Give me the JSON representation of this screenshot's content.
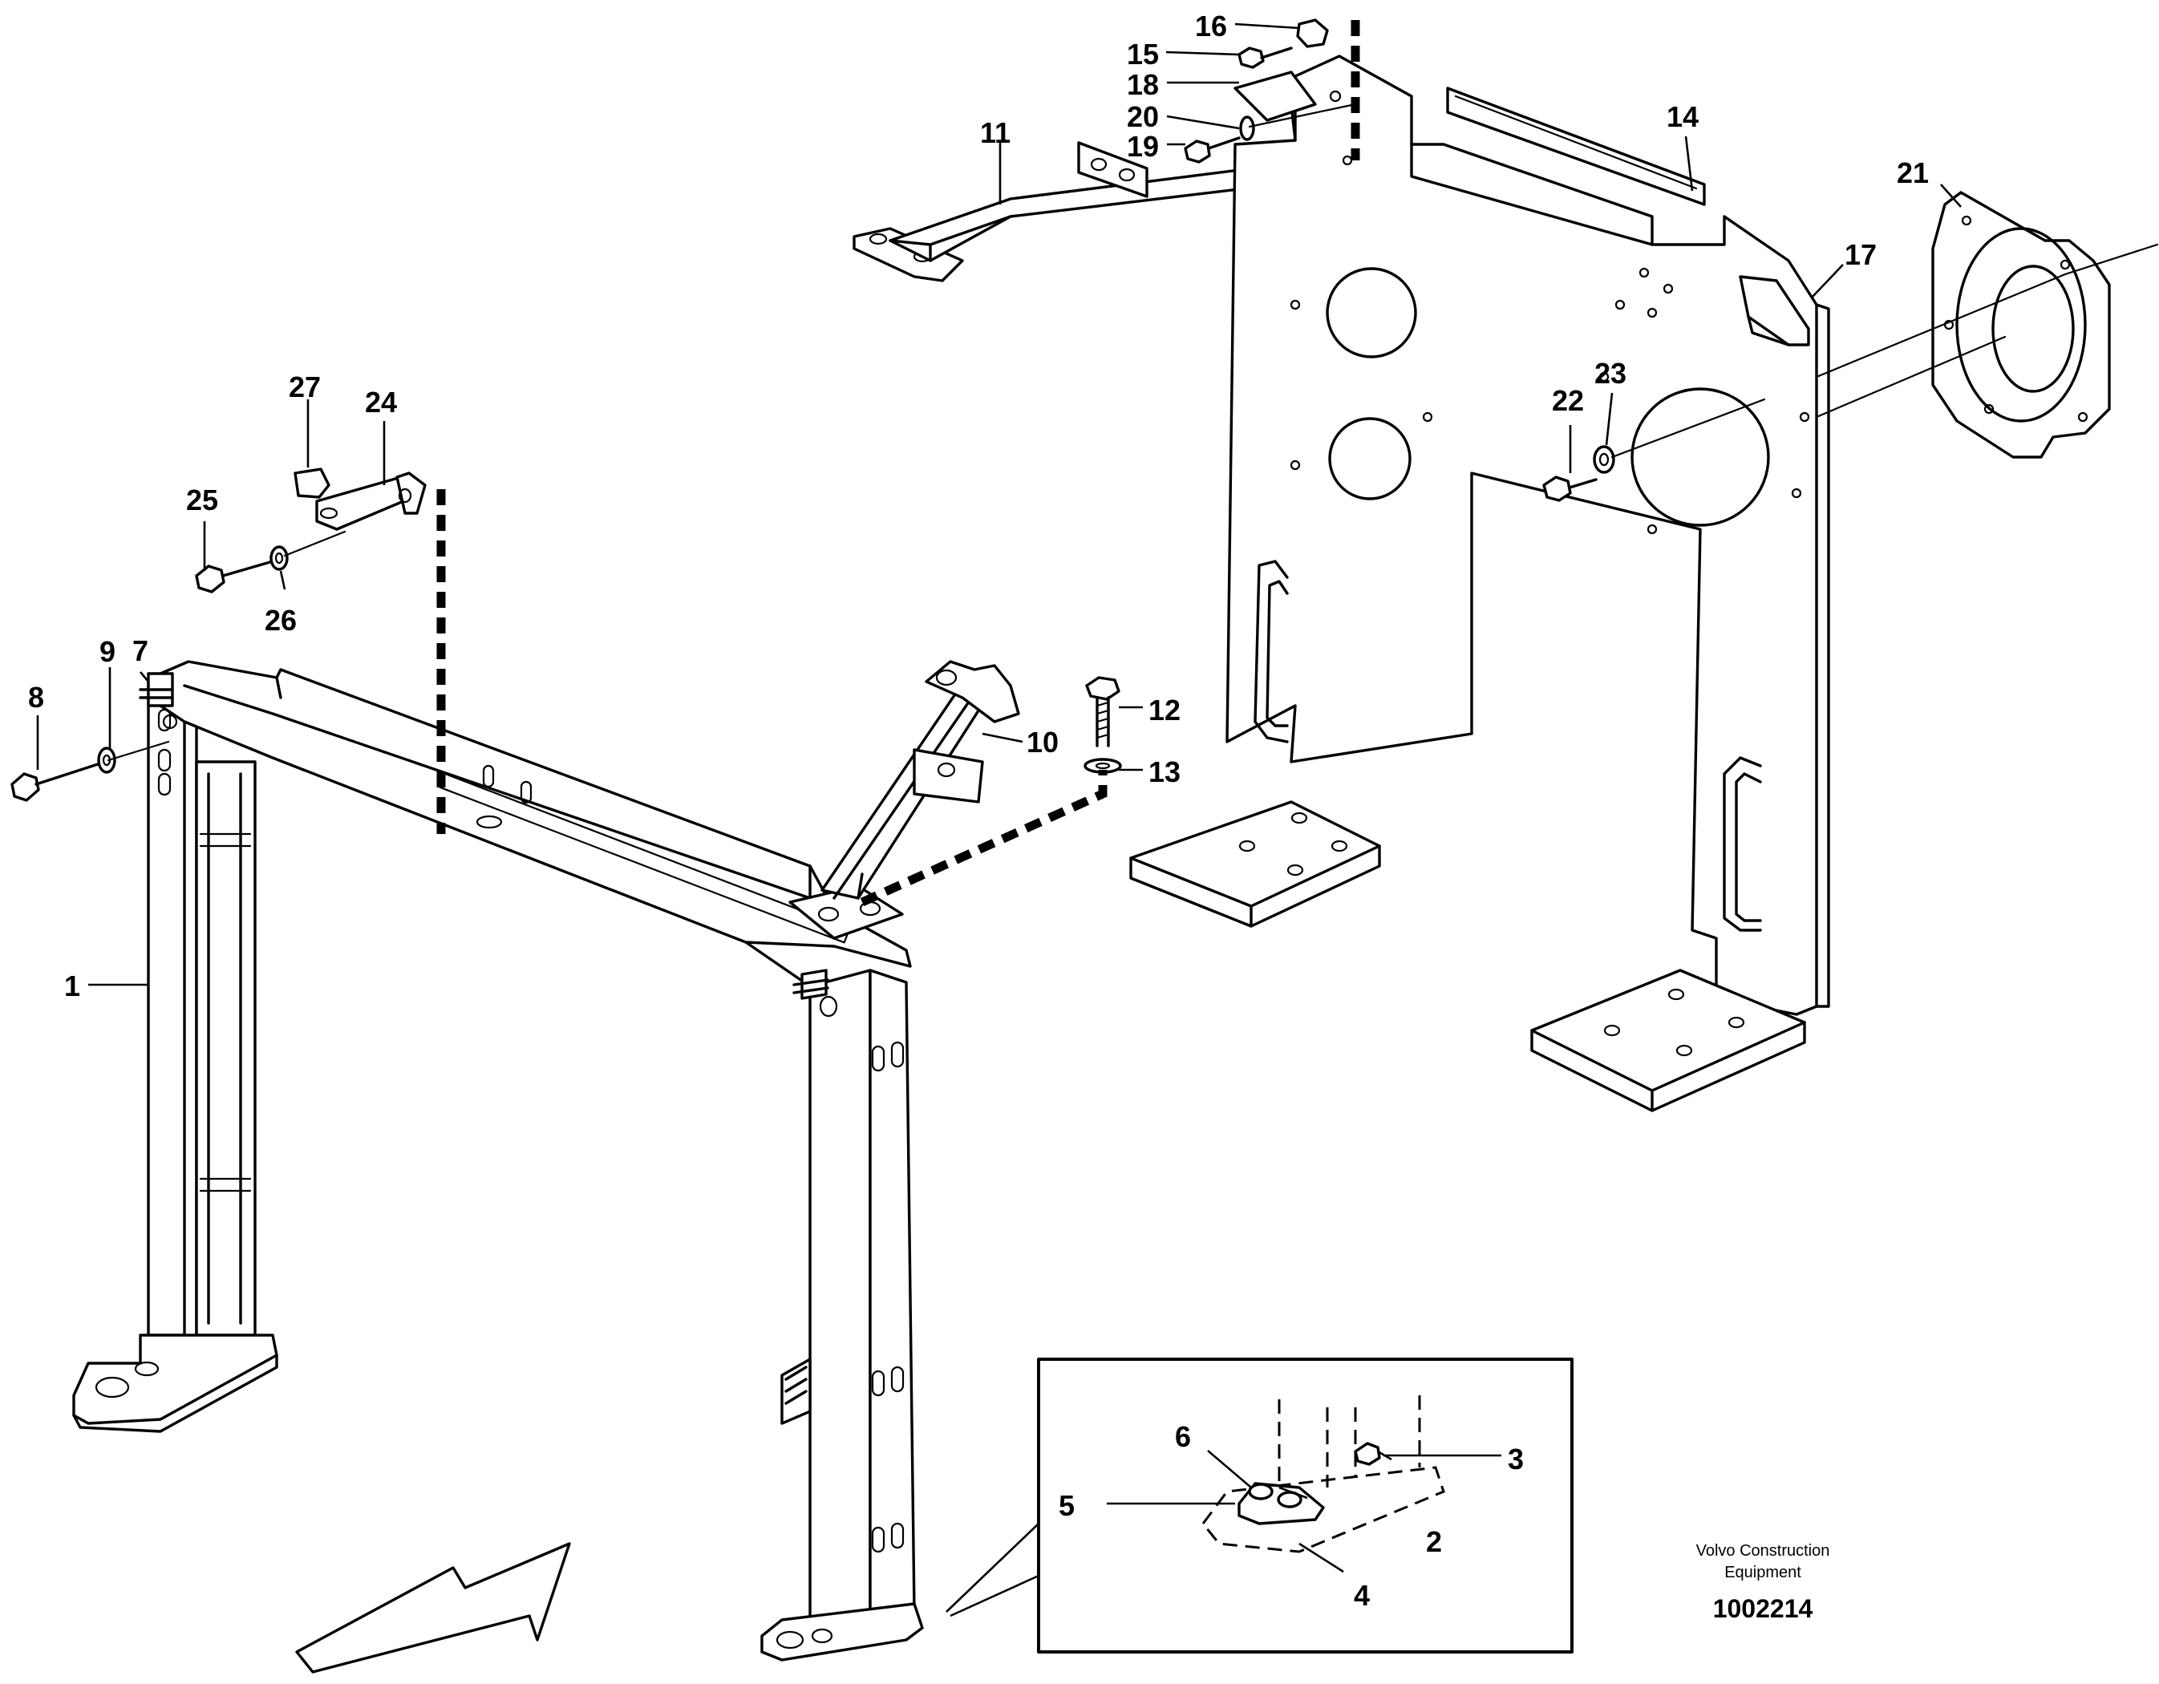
{
  "callouts": [
    {
      "id": "1",
      "text": "1"
    },
    {
      "id": "2",
      "text": "2"
    },
    {
      "id": "3",
      "text": "3"
    },
    {
      "id": "4",
      "text": "4"
    },
    {
      "id": "5",
      "text": "5"
    },
    {
      "id": "6",
      "text": "6"
    },
    {
      "id": "7",
      "text": "7"
    },
    {
      "id": "8",
      "text": "8"
    },
    {
      "id": "9",
      "text": "9"
    },
    {
      "id": "10",
      "text": "10"
    },
    {
      "id": "11",
      "text": "11"
    },
    {
      "id": "12",
      "text": "12"
    },
    {
      "id": "13",
      "text": "13"
    },
    {
      "id": "14",
      "text": "14"
    },
    {
      "id": "15",
      "text": "15"
    },
    {
      "id": "16",
      "text": "16"
    },
    {
      "id": "17",
      "text": "17"
    },
    {
      "id": "18",
      "text": "18"
    },
    {
      "id": "19",
      "text": "19"
    },
    {
      "id": "20",
      "text": "20"
    },
    {
      "id": "21",
      "text": "21"
    },
    {
      "id": "22",
      "text": "22"
    },
    {
      "id": "23",
      "text": "23"
    },
    {
      "id": "24",
      "text": "24"
    },
    {
      "id": "25",
      "text": "25"
    },
    {
      "id": "26",
      "text": "26"
    },
    {
      "id": "27",
      "text": "27"
    }
  ],
  "footer": {
    "company_line1": "Volvo Construction",
    "company_line2": "Equipment",
    "drawing_number": "1002214"
  }
}
